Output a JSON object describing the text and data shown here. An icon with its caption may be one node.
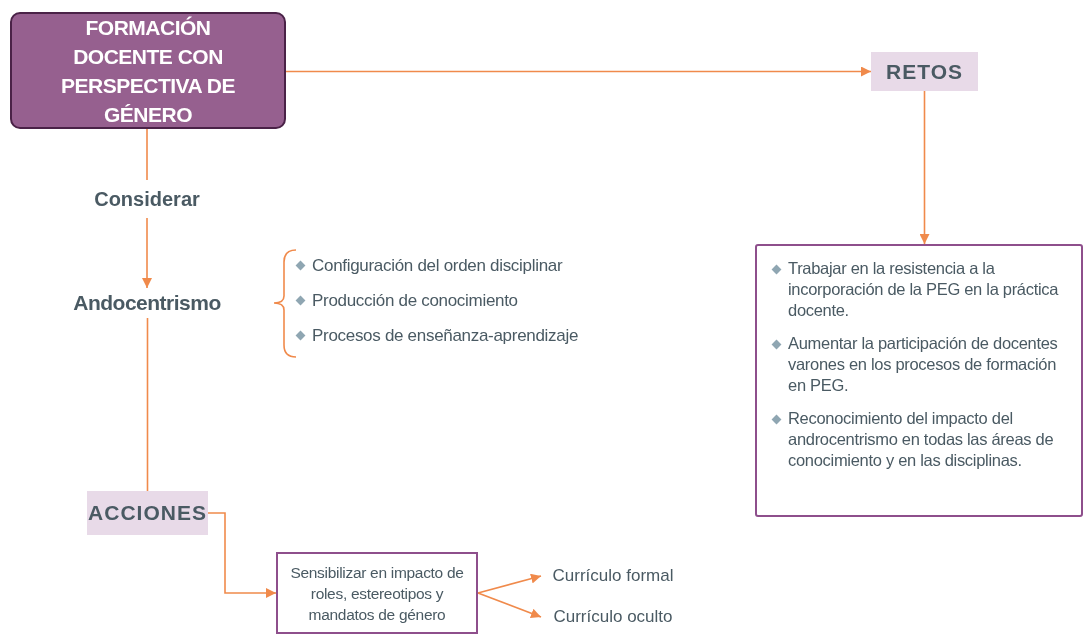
{
  "diagram": {
    "nodes": [
      {
        "text": [
          "FORMACIÓN DOCENTE CON PERSPECTIVA DE GÉNERO"
        ]
      },
      {
        "text": [
          "RETOS"
        ]
      },
      {
        "text": [
          "Trabajar en la resistencia a la incorporación de la PEG en la práctica docente.",
          "Aumentar la participación de docentes varones en los procesos de formación en PEG.",
          "Reconocimiento del impacto del androcentrismo en todas las áreas de conocimiento y en las disciplinas."
        ]
      },
      {
        "text": [
          "Andocentrismo"
        ]
      },
      {
        "text": [
          "ACCIONES"
        ]
      },
      {
        "text": [
          "Sensibilizar en impacto de roles, estereotipos y mandatos de género"
        ]
      },
      {
        "text": [
          "Currículo formal"
        ]
      },
      {
        "text": [
          "Currículo oculto"
        ]
      }
    ],
    "edges": [
      {
        "from": 0,
        "to": 1,
        "arrow": "to"
      },
      {
        "from": 1,
        "to": 2,
        "arrow": "to"
      },
      {
        "from": 0,
        "to": 3,
        "arrow": "to",
        "label": "Considerar"
      },
      {
        "from": 3,
        "to": 4,
        "arrow": "none"
      },
      {
        "from": 4,
        "to": 5,
        "arrow": "to"
      },
      {
        "from": 5,
        "to": 6,
        "arrow": "to"
      },
      {
        "from": 5,
        "to": 7,
        "arrow": "to"
      }
    ],
    "labels": [
      "Configuración del orden disciplinar",
      "Producción de conocimiento",
      "Procesos de enseñanza-aprendizaje"
    ]
  }
}
